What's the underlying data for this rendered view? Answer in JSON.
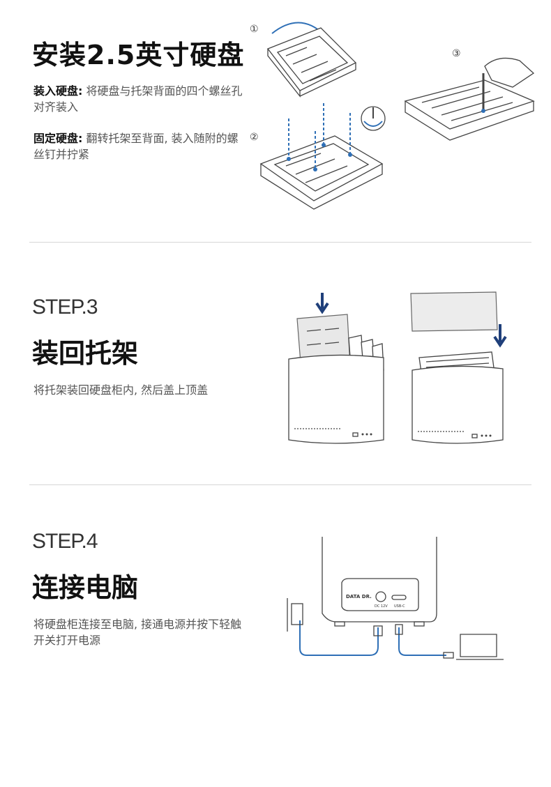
{
  "section1": {
    "title": "安装2.5英寸硬盘",
    "step_a_label": "装入硬盘:",
    "step_a_text": " 将硬盘与托架背面的四个螺丝孔对齐装入",
    "step_b_label": "固定硬盘:",
    "step_b_text": " 翻转托架至背面, 装入随附的螺丝钉并拧紧",
    "markers": [
      "①",
      "②",
      "③"
    ]
  },
  "section2": {
    "step": "STEP.3",
    "title": "装回托架",
    "text": "将托架装回硬盘柜内, 然后盖上顶盖"
  },
  "section3": {
    "step": "STEP.4",
    "title": "连接电脑",
    "text": "将硬盘柜连接至电脑, 接通电源并按下轻触开关打开电源",
    "port_brand": "DATA DR.",
    "port_dc": "DC 12V",
    "port_usb": "USB-C"
  },
  "colors": {
    "accent_blue": "#2e6fb6",
    "arrow_navy": "#1f3f7a",
    "divider": "#d6d6d6"
  },
  "icons": [
    "rotate-arrow-icon",
    "screwdriver-icon",
    "down-arrow-icon"
  ]
}
